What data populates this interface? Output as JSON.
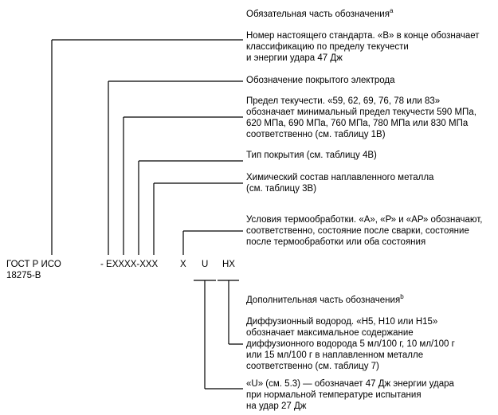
{
  "mandatory": {
    "title": "Обязательная часть обозначения",
    "title_sup": "a",
    "items": [
      {
        "lines": [
          "Номер настоящего стандарта. «В» в конце обозначает",
          "классификацию по пределу текучести",
          "и энергии удара 47 Дж"
        ]
      },
      {
        "lines": [
          "Обозначение покрытого электрода"
        ]
      },
      {
        "lines": [
          "Предел текучести. «59, 62, 69, 76, 78 или 83»",
          "обозначает минимальный предел текучести 590 МПа,",
          "620 МПа, 690 МПа, 760 МПа, 780 МПа или 830 МПа",
          "соответственно (см. таблицу 1В)"
        ]
      },
      {
        "lines": [
          "Тип покрытия (см. таблицу 4В)"
        ]
      },
      {
        "lines": [
          "Химический состав наплавленного металла",
          "(см. таблицу 3В)"
        ]
      },
      {
        "lines": [
          "Условия термообработки. «А», «Р» и «АР» обозначают,",
          "соответственно, состояние после сварки, состояние",
          "после термообработки или оба состояния"
        ]
      }
    ]
  },
  "designation": {
    "standard_line1": "ГОСТ Р ИСО",
    "standard_line2": "18275-В",
    "electrode": "- ЕХХХХ-ХХХ",
    "heat": "Х",
    "u": "U",
    "hx": "НХ"
  },
  "optional": {
    "title": "Дополнительная часть обозначения",
    "title_sup": "b",
    "items": [
      {
        "lines": [
          "Диффузионный водород. «Н5, Н10 или Н15»",
          "обозначает максимальное содержание",
          "диффузионного водорода 5 мл/100 г, 10 мл/100 г",
          "или 15 мл/100 г в наплавленном металле",
          "соответственно (см. таблицу 7)"
        ]
      },
      {
        "lines": [
          "«U» (см. 5.3) — обозначает 47 Дж энергии удара",
          "при нормальной температуре испытания",
          "на удар 27 Дж"
        ]
      }
    ]
  }
}
